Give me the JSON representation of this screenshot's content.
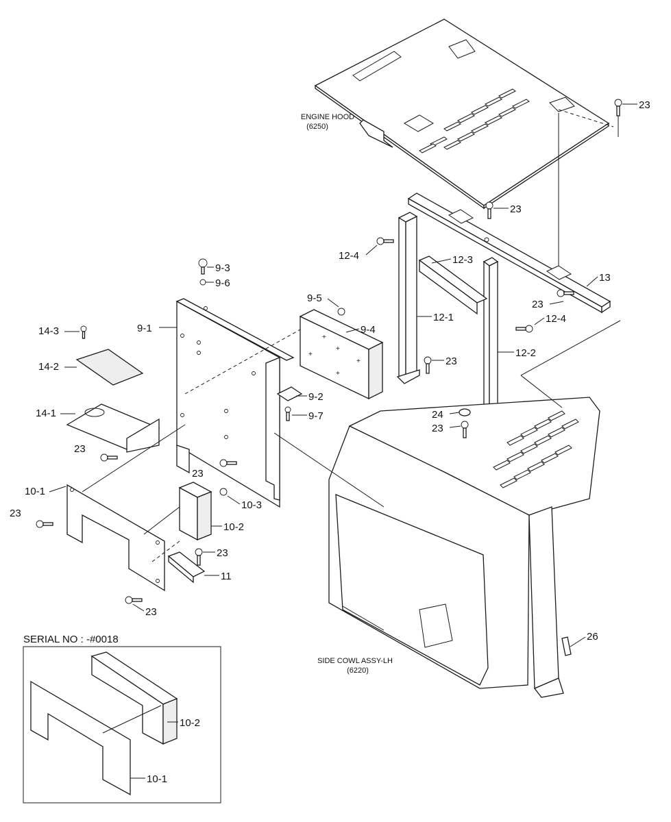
{
  "labels": {
    "engine_hood": "ENGINE HOOD",
    "engine_hood_code": "(6250)",
    "side_cowl": "SIDE COWL ASSY-LH",
    "side_cowl_code": "(6220)",
    "serial_no": "SERIAL NO : -#0018"
  },
  "callouts": {
    "n23": "23",
    "n24": "24",
    "n26": "26",
    "n13": "13",
    "n11": "11",
    "p9_1": "9-1",
    "p9_2": "9-2",
    "p9_3": "9-3",
    "p9_4": "9-4",
    "p9_5": "9-5",
    "p9_6": "9-6",
    "p9_7": "9-7",
    "p10_1": "10-1",
    "p10_2": "10-2",
    "p10_3": "10-3",
    "p12_1": "12-1",
    "p12_2": "12-2",
    "p12_3": "12-3",
    "p12_4": "12-4",
    "p14_1": "14-1",
    "p14_2": "14-2",
    "p14_3": "14-3"
  }
}
